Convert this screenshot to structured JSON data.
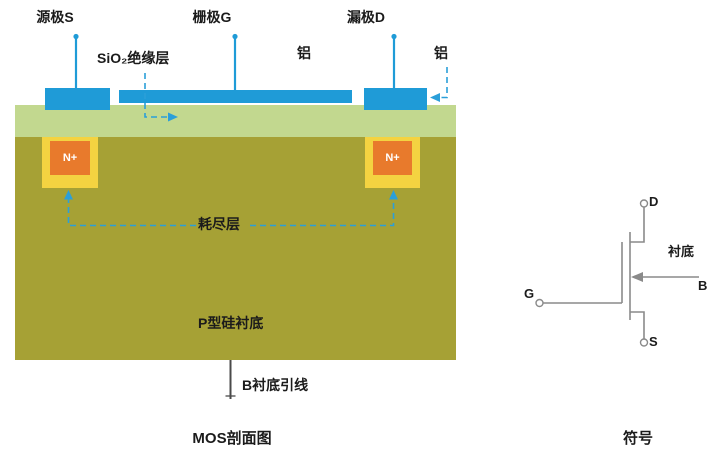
{
  "cross_section": {
    "title": "MOS剖面图",
    "terminals": {
      "source": "源极S",
      "gate": "栅极G",
      "drain": "漏极D"
    },
    "annotations": {
      "oxide": "SiO₂绝缘层",
      "aluminum_gate": "铝",
      "aluminum_drain": "铝",
      "n_plus_left": "N+",
      "n_plus_right": "N+",
      "depletion": "耗尽层",
      "substrate": "P型硅衬底",
      "b_lead": "B衬底引线"
    }
  },
  "symbol": {
    "title": "符号",
    "terminals": {
      "drain": "D",
      "gate": "G",
      "source": "S",
      "body": "B"
    },
    "substrate_label": "衬底"
  },
  "colors": {
    "substrate": "#a6a135",
    "oxide": "#c2d88f",
    "metal": "#1f9bd7",
    "n_plus": "#e87a2c",
    "n_plus_border": "#f4d341",
    "arrow": "#2b9fd9",
    "symbol_line": "#8a8a8a",
    "b_lead_line": "#4a4a4a",
    "text": "#1b1b1b"
  }
}
